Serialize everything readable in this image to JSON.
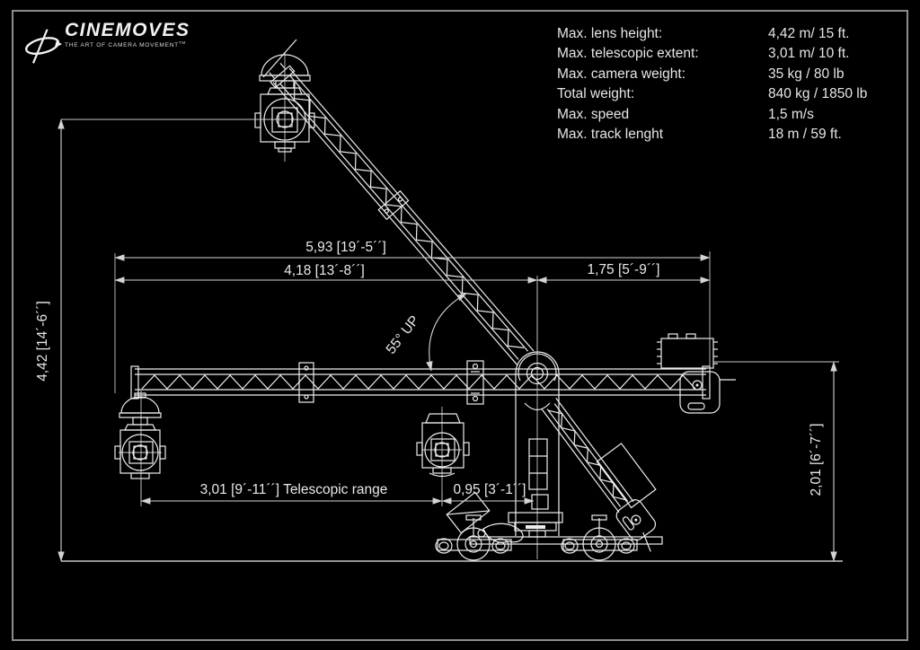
{
  "logo": {
    "brand": "CINEMOVES",
    "tagline": "THE ART OF CAMERA MOVEMENT",
    "trademark": "TM"
  },
  "specs": {
    "rows": [
      {
        "label": "Max. lens height:",
        "value": "4,42 m/ 15 ft."
      },
      {
        "label": "Max. telescopic extent:",
        "value": "3,01 m/ 10 ft."
      },
      {
        "label": "Max. camera weight:",
        "value": "35 kg / 80 lb"
      },
      {
        "label": "Total weight:",
        "value": "840 kg / 1850 lb"
      },
      {
        "label": "Max. speed",
        "value": "1,5 m/s"
      },
      {
        "label": "Max. track lenght",
        "value": "18 m / 59 ft."
      }
    ]
  },
  "dimensions": {
    "overall_reach": "5,93 [19´-5´´]",
    "front_reach": "4,18 [13´-8´´]",
    "rear_length": "1,75 [5´-9´´]",
    "max_lens_height": "4,42 [14´-6´´]",
    "column_height": "2,01 [6´-7´´]",
    "telescopic_range": "3,01 [9´-11´´] Telescopic range",
    "retracted_reach": "0,95 [3´-1´´]",
    "boom_angle": "55° UP"
  },
  "colors": {
    "background": "#000000",
    "line": "#ededed",
    "dimension_line": "#d4d4d4",
    "text": "#e9e9e9",
    "border": "#8c8c8c"
  }
}
